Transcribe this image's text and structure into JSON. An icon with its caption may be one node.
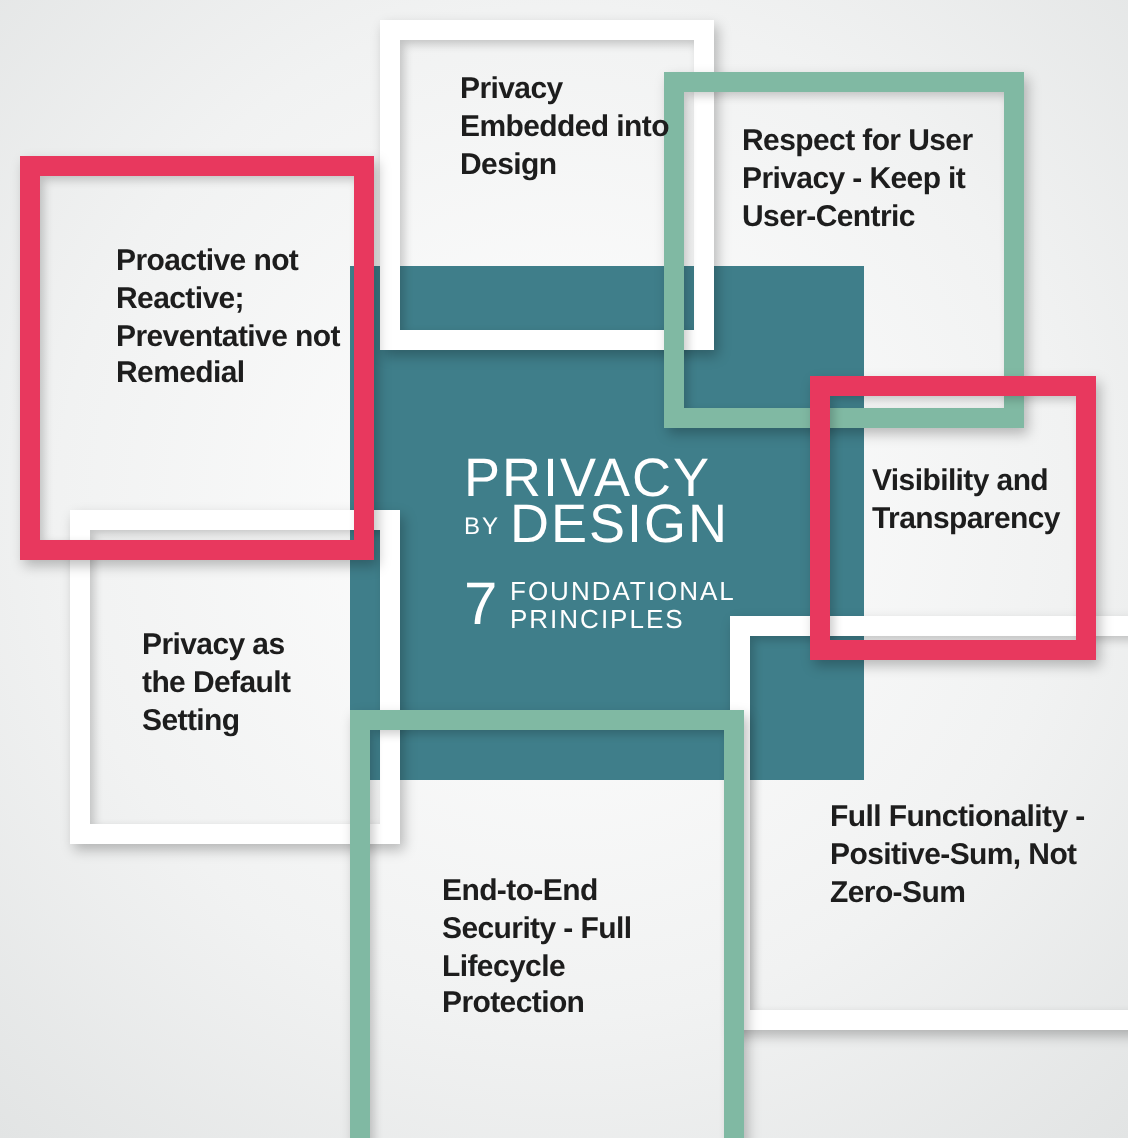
{
  "diagram": {
    "nodes": [
      {
        "text": [
          "PRIVACY",
          "BY",
          "DESIGN",
          "7",
          "FOUNDATIONAL PRINCIPLES"
        ]
      },
      {
        "text": [
          "Privacy Embedded into Design"
        ]
      },
      {
        "text": [
          "Respect for User Privacy - Keep it User-Centric"
        ]
      },
      {
        "text": [
          "Proactive not Reactive; Preventative not Remedial"
        ]
      },
      {
        "text": [
          "Visibility and Transparency"
        ]
      },
      {
        "text": [
          "Privacy as the Default Setting"
        ]
      },
      {
        "text": [
          "Full Functionality - Positive-Sum, Not Zero-Sum"
        ]
      },
      {
        "text": [
          "End-to-End Security -  Full Lifecycle Protection"
        ]
      }
    ]
  }
}
